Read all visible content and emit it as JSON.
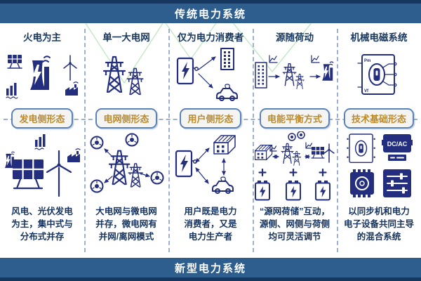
{
  "top_banner": {
    "title": "传统电力系统"
  },
  "bottom_banner": {
    "title": "新型电力系统"
  },
  "colors": {
    "banner_bg": "#2d5e8e",
    "banner_edge": "#16375f",
    "icon_navy": "#232e7e",
    "pill_text_gold": "#bb8a2d",
    "pill_border_blue": "#5b83b8",
    "pill_bg": "#f4f4f2",
    "heading_navy": "#17375e",
    "dashed_line": "#9db0cf",
    "decor_green": "#b9e4bb"
  },
  "columns": [
    {
      "name": "发电侧",
      "traditional_label": "火电为主",
      "pill_label": "发电侧形态",
      "new_lines": [
        "风电、光伏发电",
        "为主，集中式与",
        "分布式并存"
      ],
      "icons_top": [
        "thermal-power-plant-icon",
        "solar-panel-icon",
        "wind-turbine-icon",
        "hydro-dam-icon",
        "factory-icon"
      ],
      "icons_bottom": [
        "solar-panel-icon",
        "wind-turbine-icon",
        "hydro-dam-icon",
        "thermal-power-plant-icon",
        "factory-icon"
      ]
    },
    {
      "name": "电网侧",
      "traditional_label": "单一大电网",
      "pill_label": "电网侧形态",
      "new_lines": [
        "大电网与微电网",
        "并存，微电网有",
        "并网/离网模式"
      ],
      "icons_top": [
        "transmission-towers-icon"
      ],
      "icons_bottom": [
        "transmission-towers-icon",
        "microgrid-node-icon",
        "arrow-icon"
      ]
    },
    {
      "name": "用户侧",
      "traditional_label": "仅为电力消费者",
      "pill_label": "用户侧形态",
      "new_lines": [
        "用户既是电力",
        "消费者，又是",
        "电力生产者"
      ],
      "icons_top": [
        "ev-charger-icon",
        "office-building-icon",
        "electric-car-icon",
        "arrow-icon"
      ],
      "icons_bottom": [
        "ev-charger-icon",
        "solar-house-icon",
        "electric-car-icon",
        "double-arrow-icon"
      ]
    },
    {
      "name": "电能平衡",
      "traditional_label": "源随荷动",
      "pill_label": "电能平衡方式",
      "new_lines": [
        "“源网荷储”互动，",
        "源侧、网侧与荷侧",
        "均可灵活调节"
      ],
      "icons_top": [
        "office-building-icon",
        "load-curve-icon",
        "transmission-tower-icon",
        "thermal-power-plant-icon",
        "arrow-icon"
      ],
      "icons_bottom": [
        "solar-house-icon",
        "transmission-towers-icon",
        "solar-panel-icon",
        "wind-turbine-icon",
        "plus-sign",
        "battery-storage-icon",
        "double-arrow-icon",
        "load-curve-icon",
        "microgrid-node-icon"
      ]
    },
    {
      "name": "技术基础",
      "traditional_label": "机械电磁系统",
      "pill_label": "技术基础形态",
      "new_lines": [
        "以同步机和电力",
        "电子设备共同主导",
        "的混合系统"
      ],
      "icon_labels": {
        "pm": "Pm",
        "vf": "Vf",
        "dcac": "DC/AC"
      },
      "icons_top": [
        "synchronous-machine-icon"
      ],
      "icons_bottom": [
        "synchronous-machine-icon",
        "dc-ac-converter-icon",
        "power-electronics-chip-icon",
        "control-sliders-icon"
      ]
    }
  ]
}
